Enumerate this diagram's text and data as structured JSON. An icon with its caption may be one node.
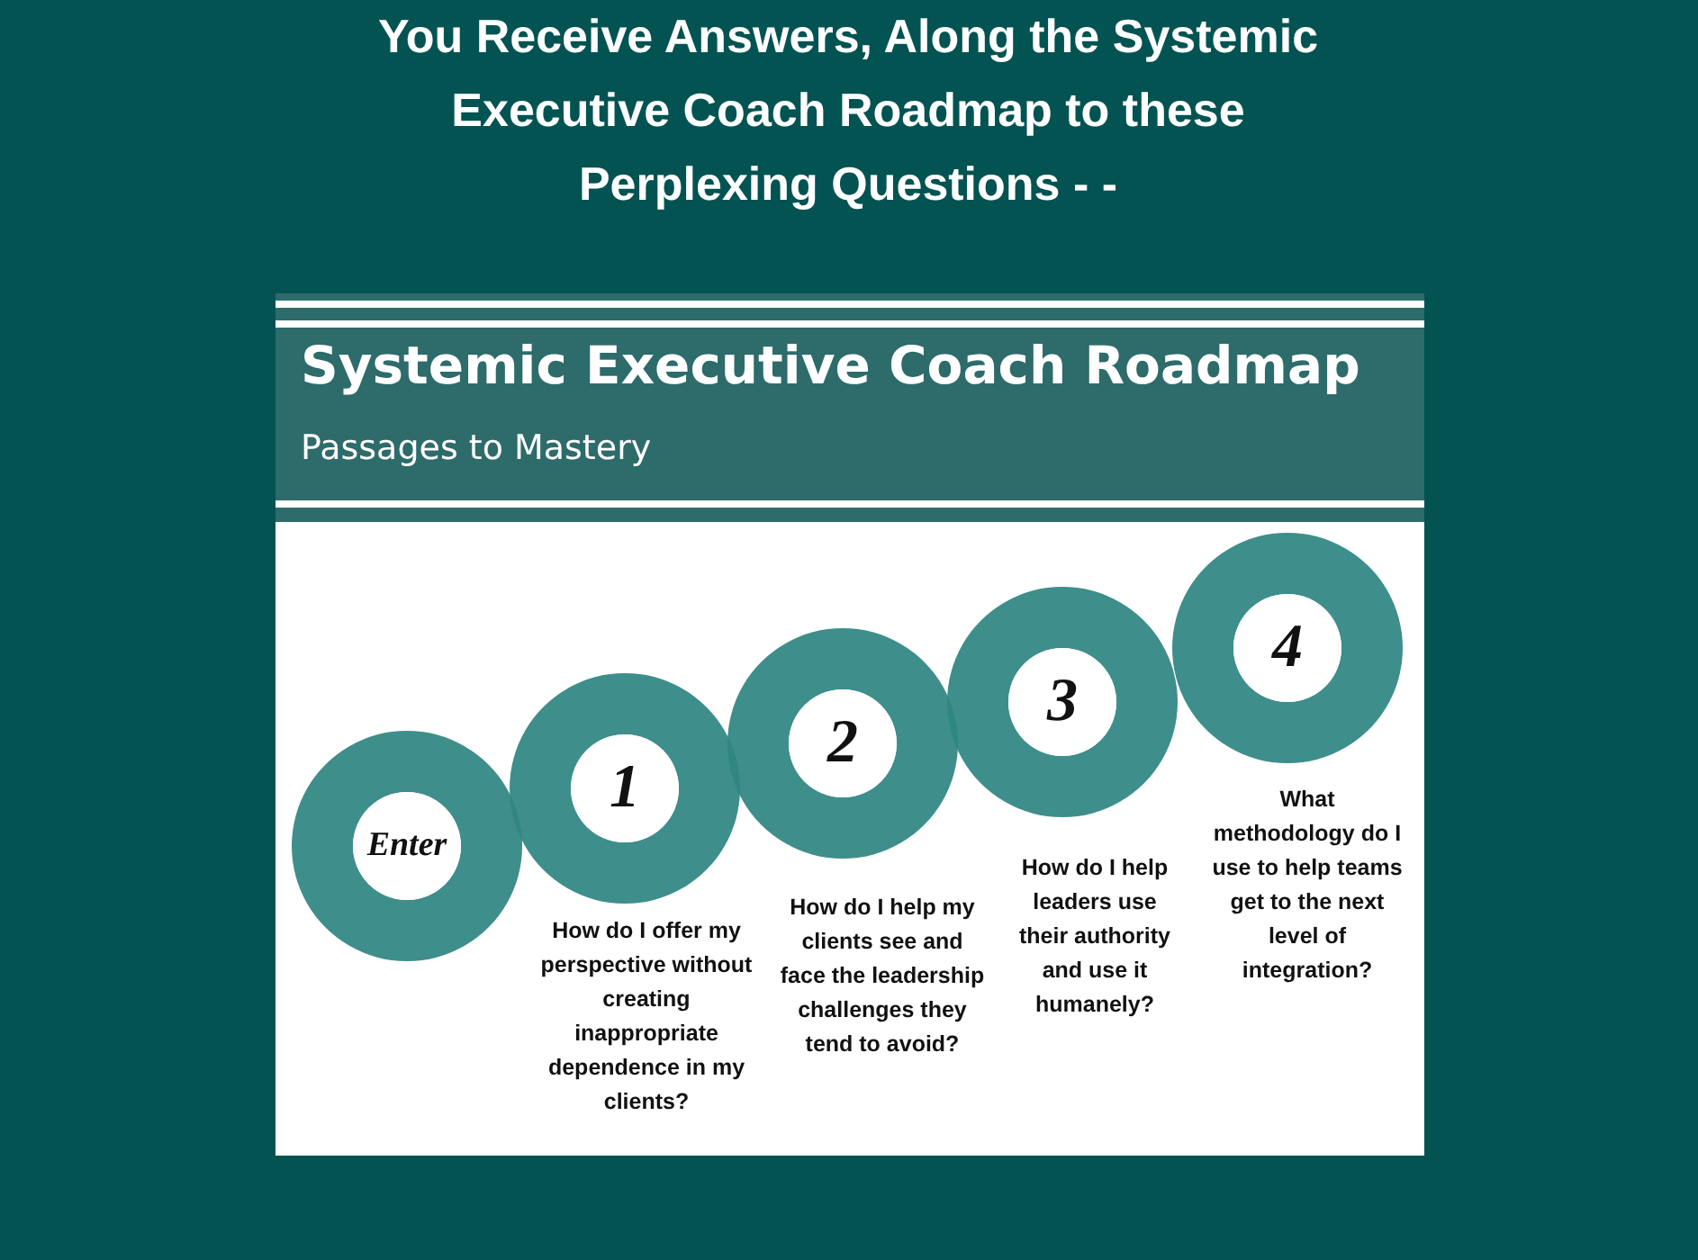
{
  "diagram": {
    "title": "You Receive Answers, Along the Systemic Executive Coach Roadmap to these Perplexing Questions - -",
    "nodes": [
      {
        "text": [
          "Systemic Executive Coach Roadmap",
          "Passages to Mastery"
        ]
      },
      {
        "text": [
          "Enter"
        ]
      },
      {
        "text": [
          "1"
        ],
        "beside": [
          "How do I offer my perspective without creating inappropriate dependence in my clients?"
        ]
      },
      {
        "text": [
          "2"
        ],
        "beside": [
          "How do I help my clients see and face the leadership challenges they tend to avoid?"
        ]
      },
      {
        "text": [
          "3"
        ],
        "beside": [
          "How do I help leaders use their authority and use it humanely?"
        ]
      },
      {
        "text": [
          "4"
        ],
        "beside": [
          "What methodology do I use to help teams get to the next level of integration?"
        ]
      }
    ]
  }
}
